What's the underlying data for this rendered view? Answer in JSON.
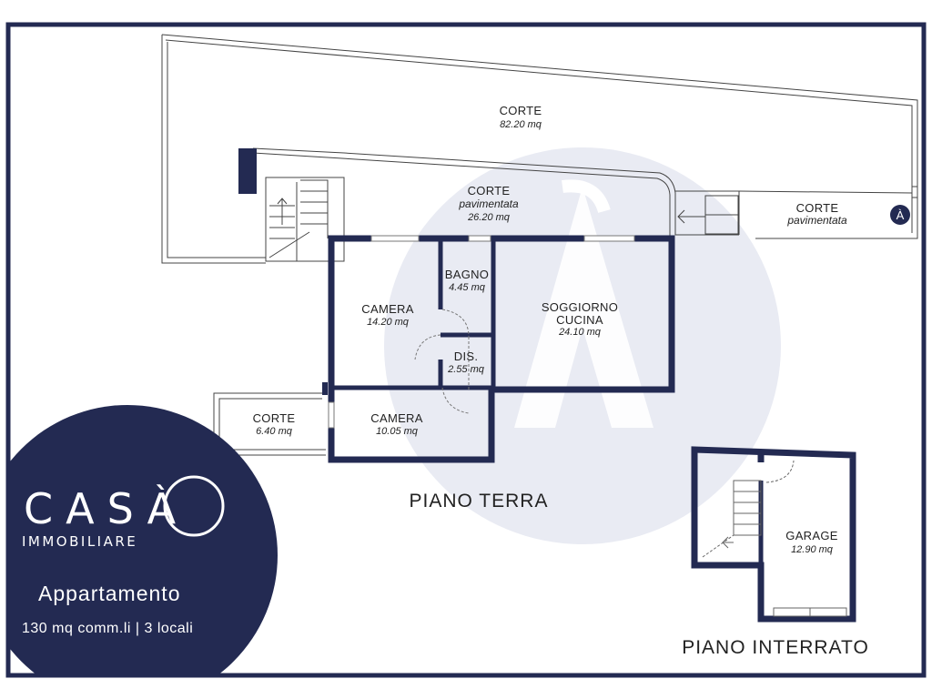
{
  "colors": {
    "navy": "#232a52",
    "watermark": "#e9ebf3",
    "line": "#333333"
  },
  "floors": {
    "ground": "PIANO TERRA",
    "basement": "PIANO INTERRATO"
  },
  "rooms": {
    "corte_big": {
      "name": "CORTE",
      "area": "82.20 mq"
    },
    "corte_paved_center": {
      "name": "CORTE",
      "sub": "pavimentata",
      "area": "26.20 mq"
    },
    "corte_paved_right": {
      "name": "CORTE",
      "sub": "pavimentata"
    },
    "bagno": {
      "name": "BAGNO",
      "area": "4.45 mq"
    },
    "camera1": {
      "name": "CAMERA",
      "area": "14.20 mq"
    },
    "soggiorno": {
      "name1": "SOGGIORNO",
      "name2": "CUCINA",
      "area": "24.10 mq"
    },
    "dis": {
      "name": "DIS.",
      "area": "2.55 mq"
    },
    "corte_small": {
      "name": "CORTE",
      "area": "6.40 mq"
    },
    "camera2": {
      "name": "CAMERA",
      "area": "10.05 mq"
    },
    "garage": {
      "name": "GARAGE",
      "area": "12.90 mq"
    }
  },
  "brand": {
    "name": "CASÀ",
    "sub": "IMMOBILIARE",
    "mark": "À"
  },
  "listing": {
    "type": "Appartamento",
    "details": "130 mq comm.li | 3 locali"
  }
}
